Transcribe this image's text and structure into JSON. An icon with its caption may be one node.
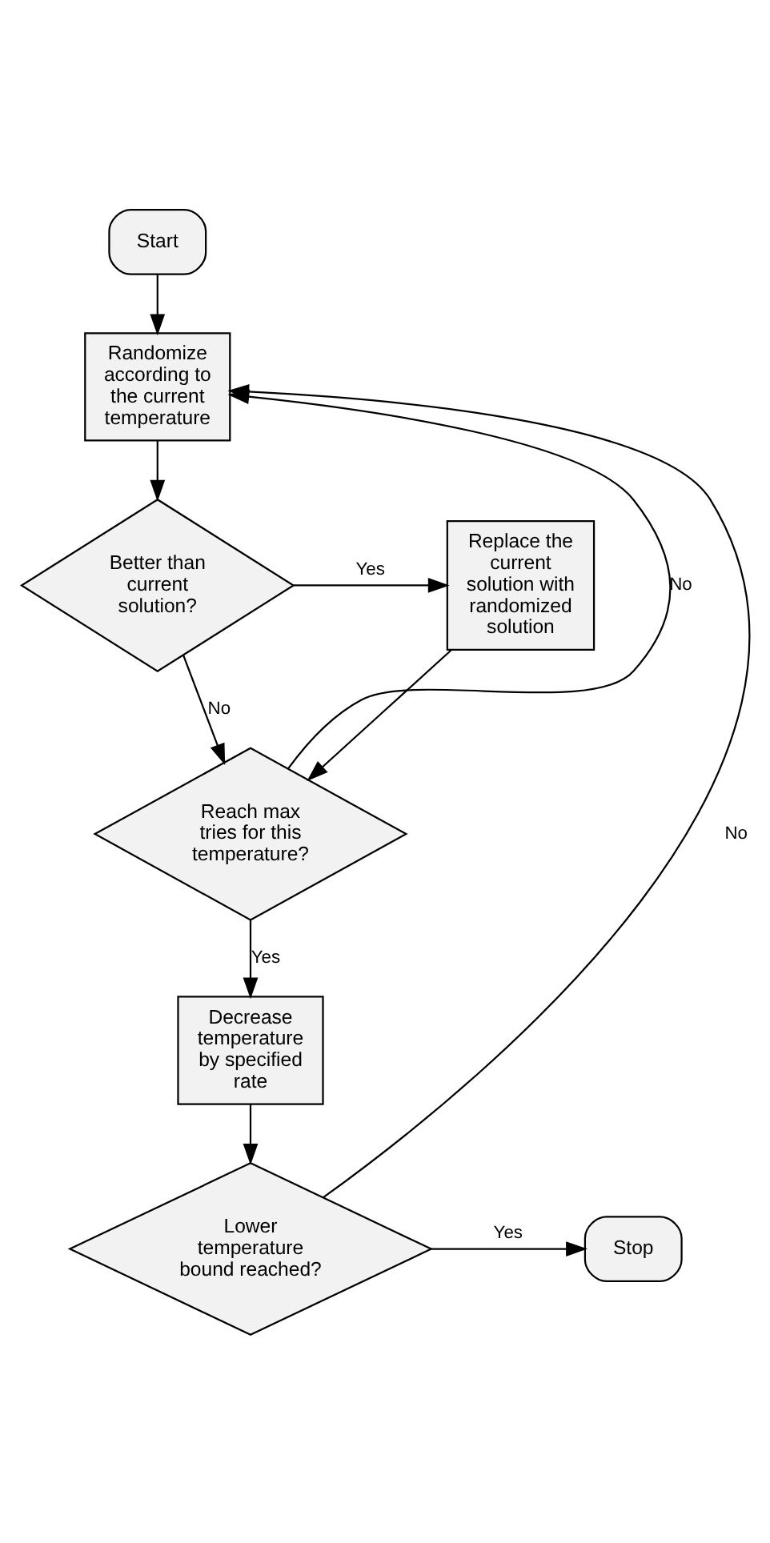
{
  "diagram": {
    "nodes": [
      {
        "text": [
          "Start"
        ]
      },
      {
        "text": [
          "Randomize according to the current temperature"
        ]
      },
      {
        "text": [
          "Better than current solution?"
        ]
      },
      {
        "text": [
          "Replace the current solution with randomized solution"
        ]
      },
      {
        "text": [
          "Reach max tries for this temperature?"
        ]
      },
      {
        "text": [
          "Decrease temperature by specified rate"
        ]
      },
      {
        "text": [
          "Lower temperature bound reached?"
        ]
      },
      {
        "text": [
          "Stop"
        ]
      }
    ],
    "edges": [
      {
        "from": 0,
        "to": 1,
        "arrow": "to"
      },
      {
        "from": 1,
        "to": 2,
        "arrow": "to"
      },
      {
        "from": 2,
        "to": 3,
        "arrow": "to",
        "label": "Yes"
      },
      {
        "from": 2,
        "to": 4,
        "arrow": "to",
        "label": "No"
      },
      {
        "from": 3,
        "to": 4,
        "arrow": "to"
      },
      {
        "from": 4,
        "to": 1,
        "arrow": "to",
        "label": "No"
      },
      {
        "from": 4,
        "to": 5,
        "arrow": "to",
        "label": "Yes"
      },
      {
        "from": 5,
        "to": 6,
        "arrow": "to"
      },
      {
        "from": 6,
        "to": 1,
        "arrow": "to",
        "label": "No"
      },
      {
        "from": 6,
        "to": 7,
        "arrow": "to",
        "label": "Yes"
      }
    ]
  }
}
